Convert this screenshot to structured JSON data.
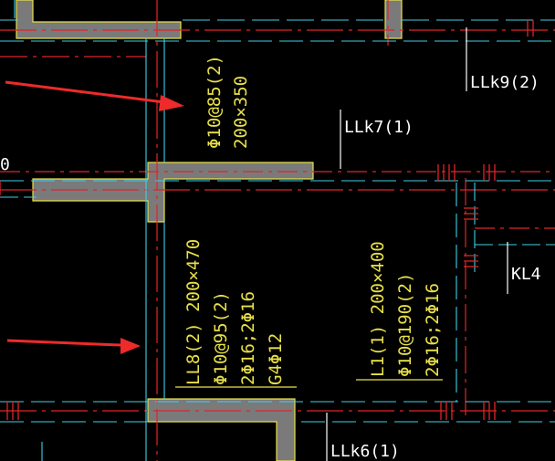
{
  "colors": {
    "background": "#000000",
    "annotation": "#e8e04a",
    "wall_fill": "#7a7a7a",
    "wall_edge": "#e8e04a",
    "axis_red": "#e0242a",
    "axis_cyan": "#3fd0e6",
    "leader_white": "#ffffff",
    "arrow": "#ee2a2a"
  },
  "annotations": {
    "beam_a": [
      "Φ10@85(2)",
      "200×350"
    ],
    "beam_b": [
      "LL8(2) 200×470",
      "Φ10@95(2)",
      "2Φ16;2Φ16",
      "G4Φ12"
    ],
    "beam_c": [
      "L1(1) 200×400",
      "Φ10@190(2)",
      "2Φ16;2Φ16"
    ]
  },
  "labels": {
    "llk9": "LLk9(2)",
    "llk7": "LLk7(1)",
    "kl4": "KL4",
    "llk6": "LLk6(1)",
    "edge_left": "0"
  },
  "arrows": [
    {
      "name": "top-arrow"
    },
    {
      "name": "bottom-arrow"
    }
  ]
}
